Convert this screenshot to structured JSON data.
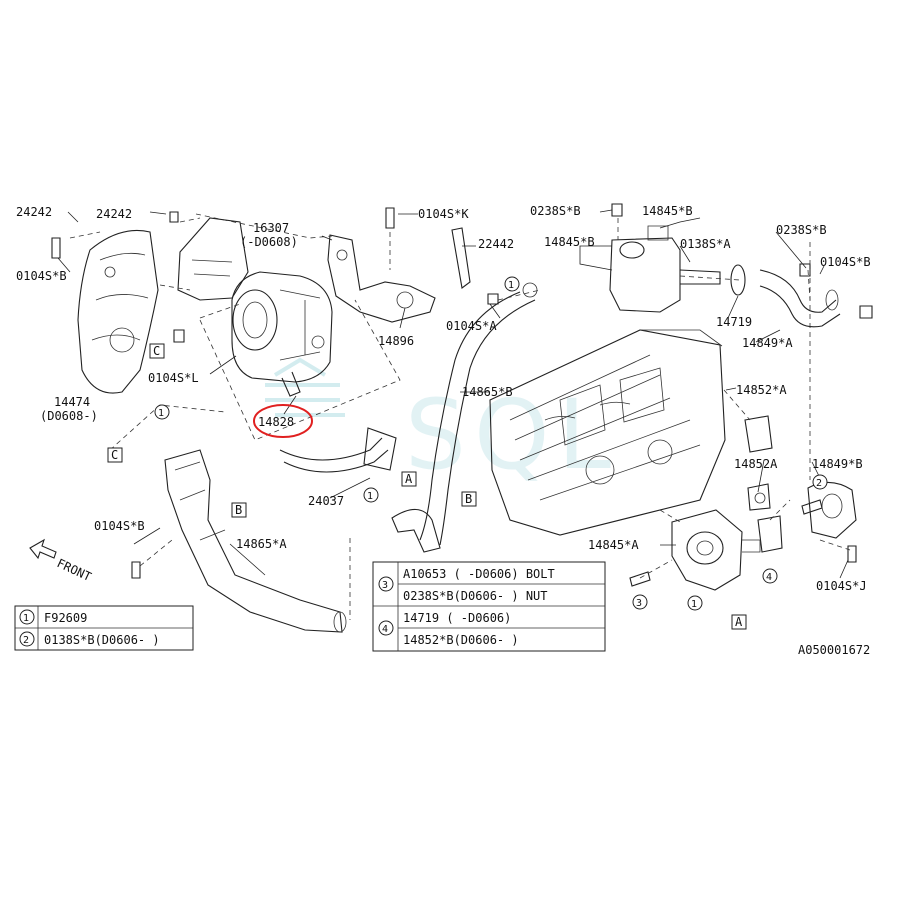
{
  "callouts": {
    "p24242_a": "24242",
    "p24242_b": "24242",
    "p16307": "16307",
    "p16307_note": "(-D0608)",
    "p0104sk": "0104S*K",
    "p22442": "22442",
    "p0238sb_top": "0238S*B",
    "p14845b_top": "14845*B",
    "p14845b_mid": "14845*B",
    "p0138sa": "0138S*A",
    "p0238sb_right": "0238S*B",
    "p0104sb_right": "0104S*B",
    "p0104sb_left": "0104S*B",
    "p0104sa": "0104S*A",
    "p14719": "14719",
    "p14896": "14896",
    "p14849a": "14849*A",
    "p0104sl": "0104S*L",
    "p14474": "14474",
    "p14474_note": "(D0608-)",
    "p14828": "14828",
    "p14865b": "14865*B",
    "p14852a_1": "14852*A",
    "p14852a_2": "14852A",
    "p14849b": "14849*B",
    "p24037": "24037",
    "p0104sb_lower": "0104S*B",
    "p14865a": "14865*A",
    "p14845a": "14845*A",
    "p0104sj": "0104S*J",
    "front": "FRONT",
    "figure_id": "A050001672"
  },
  "ref_marks": {
    "a": "A",
    "b": "B",
    "c": "C",
    "n1": "1",
    "n2": "2",
    "n3": "3",
    "n4": "4"
  },
  "legend_left": [
    {
      "num": "1",
      "text": "F92609"
    },
    {
      "num": "2",
      "text": "0138S*B(D0606- )"
    }
  ],
  "legend_right": [
    {
      "num": "3",
      "line1": "A10653  ( -D0606) BOLT",
      "line2": "0238S*B(D0606- ) NUT"
    },
    {
      "num": "4",
      "line1": "14719   ( -D0606)",
      "line2": "14852*B(D0606- )"
    }
  ],
  "watermark": "SQL",
  "highlight": {
    "part": "14828",
    "color": "#e02020"
  }
}
